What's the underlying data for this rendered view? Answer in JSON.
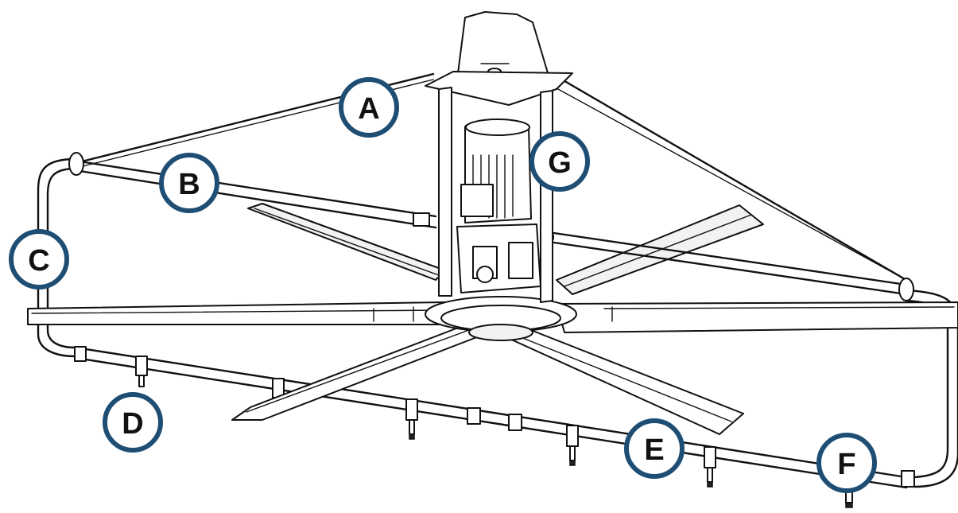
{
  "figure": {
    "description_colors": {
      "callout_ring": "#1f4e74",
      "callout_fill": "#ffffff",
      "label_text": "#111111",
      "drawing_ink": "#111111"
    }
  },
  "callouts": [
    {
      "id": "A",
      "label": "A"
    },
    {
      "id": "B",
      "label": "B"
    },
    {
      "id": "C",
      "label": "C"
    },
    {
      "id": "D",
      "label": "D"
    },
    {
      "id": "E",
      "label": "E"
    },
    {
      "id": "F",
      "label": "F"
    },
    {
      "id": "G",
      "label": "G"
    }
  ]
}
